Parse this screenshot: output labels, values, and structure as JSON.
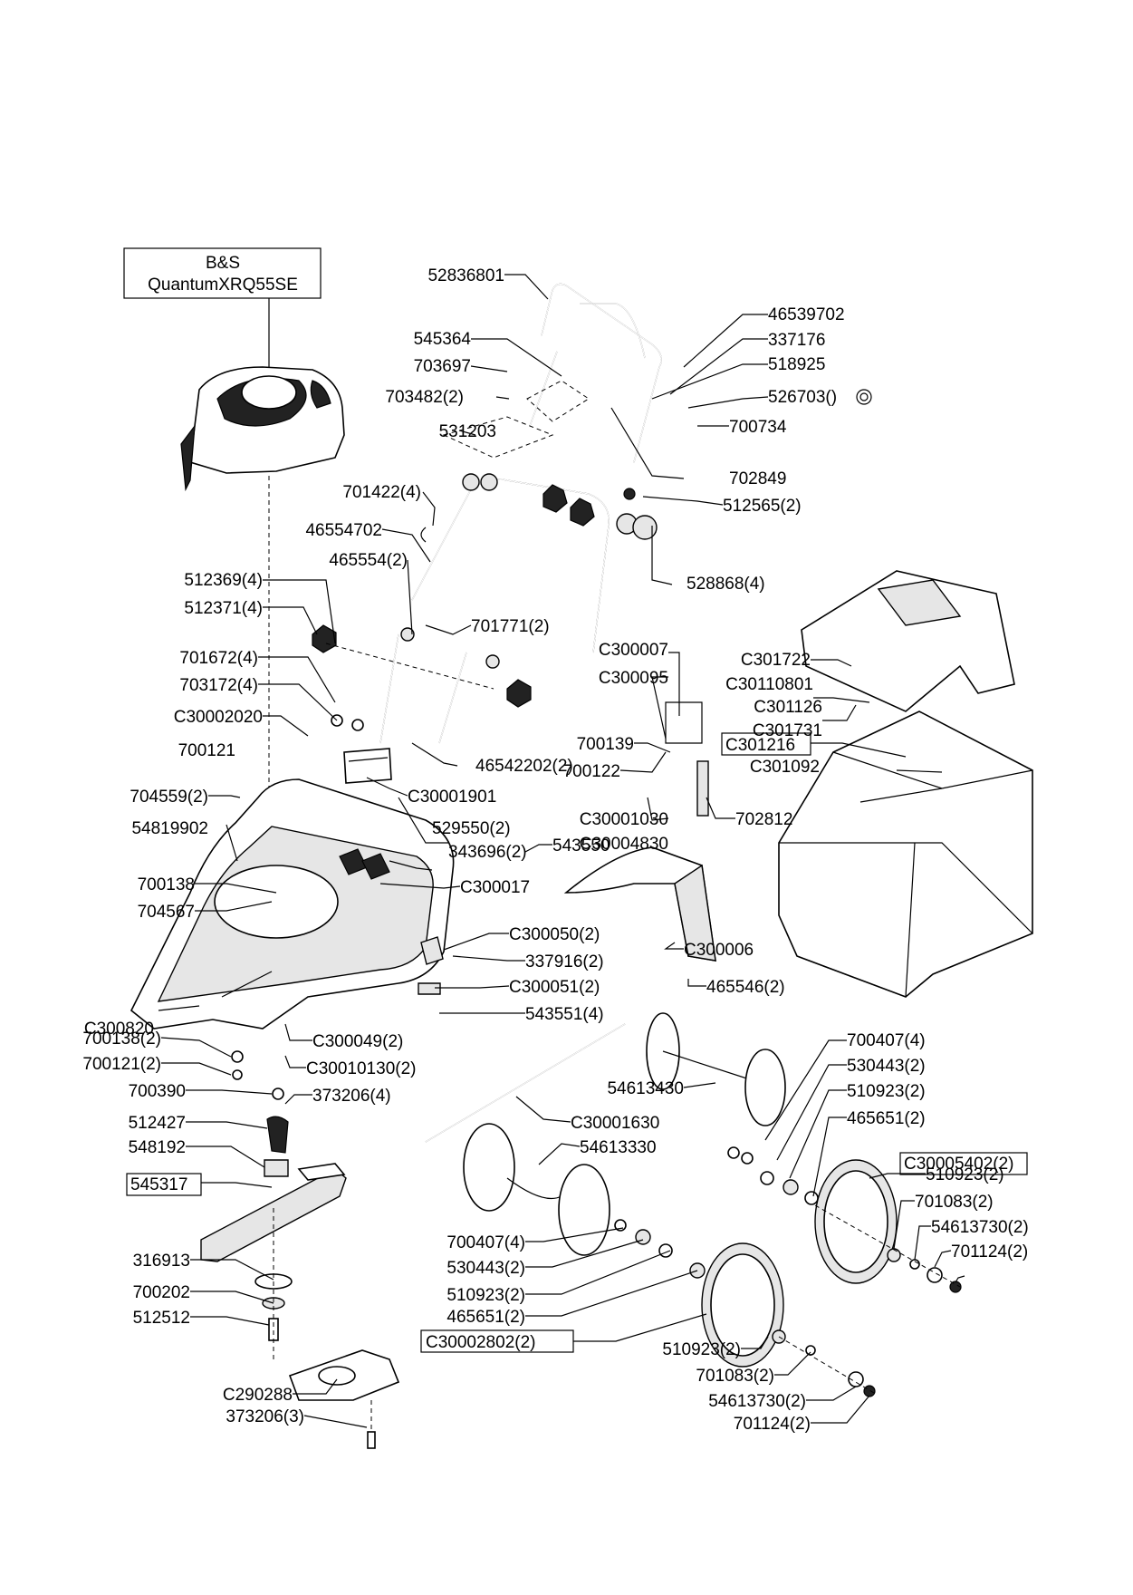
{
  "engine": {
    "brand": "B&S",
    "model": "QuantumXRQ55SE"
  },
  "labels": {
    "l01": "52836801",
    "l02": "46539702",
    "l03": "545364",
    "l04": "337176",
    "l05": "703697",
    "l06": "518925",
    "l07": "703482(2)",
    "l08": "526703()",
    "l09": "531203",
    "l10": "700734",
    "l11": "702849",
    "l12": "701422(4)",
    "l13": "512565(2)",
    "l14": "46554702",
    "l15": "465554(2)",
    "l16": "528868(4)",
    "l17": "512369(4)",
    "l18": "512371(4)",
    "l19": "701771(2)",
    "l20": "C300007",
    "l21": "C301722",
    "l22": "701672(4)",
    "l23": "C300095",
    "l24": "C30110801",
    "l25": "703172(4)",
    "l26": "C301126",
    "l27": "C30002020",
    "l28": "C301731",
    "l29": "700139",
    "l30": "700121",
    "l31": "46542202(2)",
    "l32": "C301216",
    "l33": "700122",
    "l34": "C301092",
    "l35": "704559(2)",
    "l36": "C30001901",
    "l37": "C30001030",
    "l38": "702812",
    "l39": "529550(2)",
    "l40": "C30004830",
    "l41": "54819902",
    "l42": "343696(2)",
    "l43": "543550",
    "l44": "700138",
    "l45": "C300017",
    "l46": "704567",
    "l47": "C300050(2)",
    "l48": "337916(2)",
    "l49": "C300006",
    "l50": "C300051(2)",
    "l51": "465546(2)",
    "l52": "543551(4)",
    "l53": "C300820",
    "l54": "700138(2)",
    "l55": "C300049(2)",
    "l56": "700407(4)",
    "l57": "700121(2)",
    "l58": "C30010130(2)",
    "l59": "530443(2)",
    "l60": "700390",
    "l61": "373206(4)",
    "l62": "510923(2)",
    "l63": "54613430",
    "l64": "465651(2)",
    "l65": "512427",
    "l66": "C30001630",
    "l67": "548192",
    "l68": "54613330",
    "l69": "C30005402(2)",
    "l70": "545317",
    "l71": "510923(2)",
    "l72": "701083(2)",
    "l73": "700407(4)",
    "l74": "54613730(2)",
    "l75": "530443(2)",
    "l76": "316913",
    "l77": "701124(2)",
    "l78": "510923(2)",
    "l79": "700202",
    "l80": "465651(2)",
    "l81": "512512",
    "l82": "C30002802(2)",
    "l83": "510923(2)",
    "l84": "701083(2)",
    "l85": "C290288",
    "l86": "54613730(2)",
    "l87": "373206(3)",
    "l88": "701124(2)"
  }
}
